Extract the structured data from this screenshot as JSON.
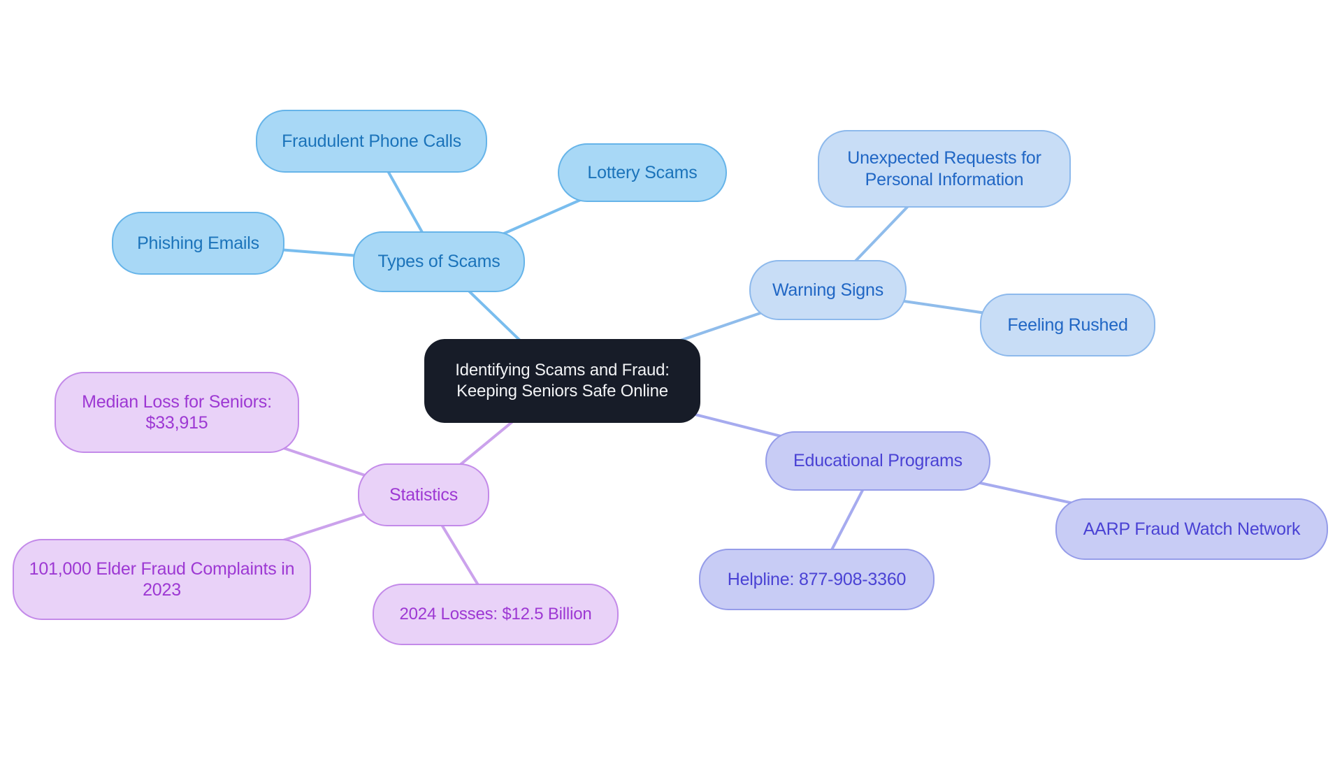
{
  "mindmap": {
    "center": {
      "label": "Identifying Scams and Fraud: Keeping Seniors Safe Online",
      "fill": "#171c28",
      "text_color": "#f2f3f5"
    },
    "branches": [
      {
        "id": "types-of-scams",
        "label": "Types of Scams",
        "fill": "#a8d8f6",
        "border": "#66b4e9",
        "text_color": "#1b73ba",
        "line_color": "#79bdee",
        "children": [
          {
            "id": "fraudulent-phone-calls",
            "label": "Fraudulent Phone Calls"
          },
          {
            "id": "lottery-scams",
            "label": "Lottery Scams"
          },
          {
            "id": "phishing-emails",
            "label": "Phishing Emails"
          }
        ]
      },
      {
        "id": "warning-signs",
        "label": "Warning Signs",
        "fill": "#c8ddf6",
        "border": "#8db9ec",
        "text_color": "#2066c4",
        "line_color": "#8fbceb",
        "children": [
          {
            "id": "unexpected-requests",
            "label": "Unexpected Requests for Personal Information"
          },
          {
            "id": "feeling-rushed",
            "label": "Feeling Rushed"
          }
        ]
      },
      {
        "id": "statistics",
        "label": "Statistics",
        "fill": "#e9d2f8",
        "border": "#c38ae9",
        "text_color": "#9d38d3",
        "line_color": "#cba2ec",
        "children": [
          {
            "id": "median-loss",
            "label": "Median Loss for Seniors: $33,915"
          },
          {
            "id": "elder-fraud-complaints",
            "label": "101,000 Elder Fraud Complaints in 2023"
          },
          {
            "id": "2024-losses",
            "label": "2024 Losses: $12.5 Billion"
          }
        ]
      },
      {
        "id": "educational-programs",
        "label": "Educational Programs",
        "fill": "#c8ccf5",
        "border": "#959ce9",
        "text_color": "#4a42d4",
        "line_color": "#a6abef",
        "children": [
          {
            "id": "aarp-fraud-watch",
            "label": "AARP Fraud Watch Network"
          },
          {
            "id": "helpline",
            "label": "Helpline: 877-908-3360"
          }
        ]
      }
    ]
  }
}
